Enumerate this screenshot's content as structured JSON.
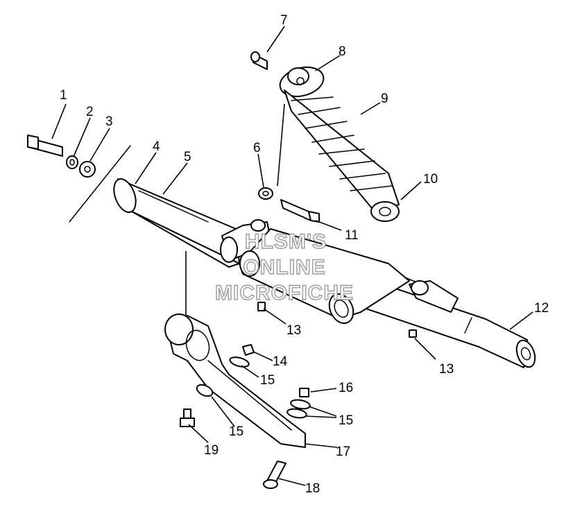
{
  "watermark": {
    "line1": "HLSM'S",
    "line2": "ONLINE",
    "line3": "MICROFICHE"
  },
  "callouts": {
    "c1": "1",
    "c2": "2",
    "c3": "3",
    "c4": "4",
    "c5": "5",
    "c6": "6",
    "c7": "7",
    "c8": "8",
    "c9": "9",
    "c10": "10",
    "c11": "11",
    "c12": "12",
    "c13a": "13",
    "c13b": "13",
    "c14": "14",
    "c15a": "15",
    "c15b": "15",
    "c15c": "15",
    "c16": "16",
    "c17": "17",
    "c18": "18",
    "c19": "19"
  }
}
